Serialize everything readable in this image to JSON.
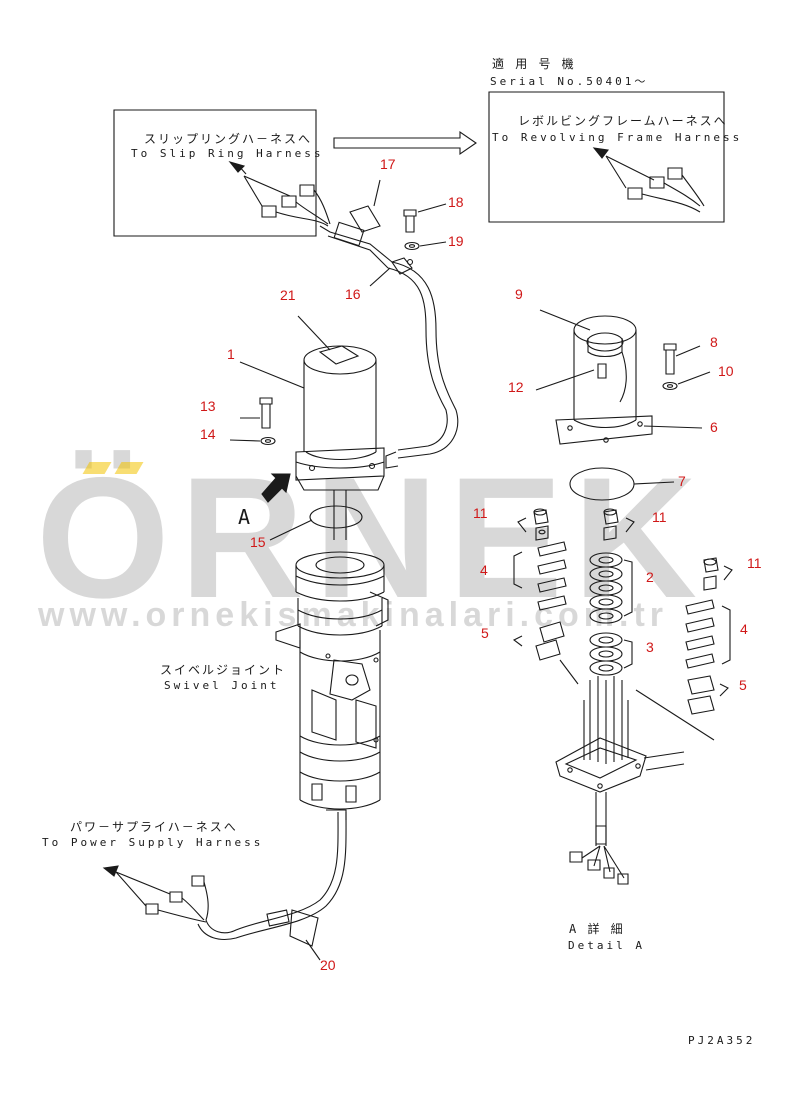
{
  "labels": {
    "applicable_jp": "適 用 号 機",
    "serial": "Serial No.50401～",
    "slip_jp": "スリップリングハ－ネスへ",
    "slip_en": "To Slip Ring Harness",
    "revolving_jp": "レボルビングフレームハーネスへ",
    "revolving_en": "To Revolving Frame Harness",
    "swivel_jp": "スイベルジョイント",
    "swivel_en": "Swivel Joint",
    "power_jp": "パワ－サプライハ－ネスへ",
    "power_en": "To Power Supply Harness",
    "detail_jp": "A  詳  細",
    "detail_en": "Detail A",
    "view_a": "A",
    "drawing_code": "PJ2A352"
  },
  "watermark": {
    "brand": "ÖRNEK",
    "url": "www.ornekismakinalari.com.tr"
  },
  "callouts": {
    "c1": "1",
    "c2": "2",
    "c3": "3",
    "c4a": "4",
    "c4b": "4",
    "c5a": "5",
    "c5b": "5",
    "c6": "6",
    "c7": "7",
    "c8": "8",
    "c9": "9",
    "c10": "10",
    "c11a": "11",
    "c11b": "11",
    "c11c": "11",
    "c12": "12",
    "c13": "13",
    "c14": "14",
    "c15": "15",
    "c16": "16",
    "c17": "17",
    "c18": "18",
    "c19": "19",
    "c20": "20",
    "c21": "21"
  },
  "colors": {
    "callout": "#d01818",
    "line": "#1a1a1a",
    "watermark": "#b9b9b9",
    "watermark_accent": "#f2c200"
  }
}
